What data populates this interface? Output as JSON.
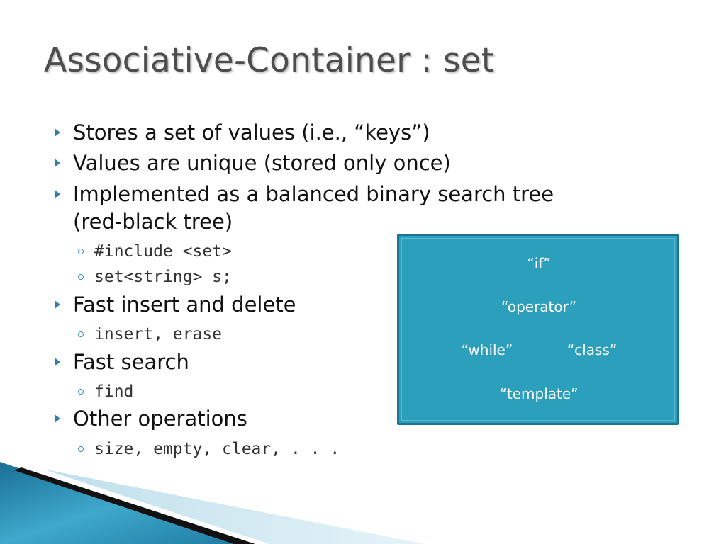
{
  "slide": {
    "title": "Associative-Container : set",
    "bullets": [
      "Stores a set of values (i.e., “keys”)",
      "Values are unique (stored only once)",
      "Implemented as a balanced binary search tree",
      "(red-black tree)",
      "Fast insert and delete",
      "Fast search",
      "Other operations"
    ],
    "sub_bullets": [
      "#include <set>",
      "set<string> s;",
      "insert, erase",
      "find",
      "size, empty, clear, . . ."
    ]
  },
  "keys_box": {
    "keys": [
      "“if”",
      "“operator”",
      "“while”",
      "“class”",
      "“template”"
    ]
  },
  "colors": {
    "title": "#4d4d4d",
    "accent": "#2e7fa3",
    "box_fill": "#2c9fbd",
    "box_border": "#1d7393"
  }
}
